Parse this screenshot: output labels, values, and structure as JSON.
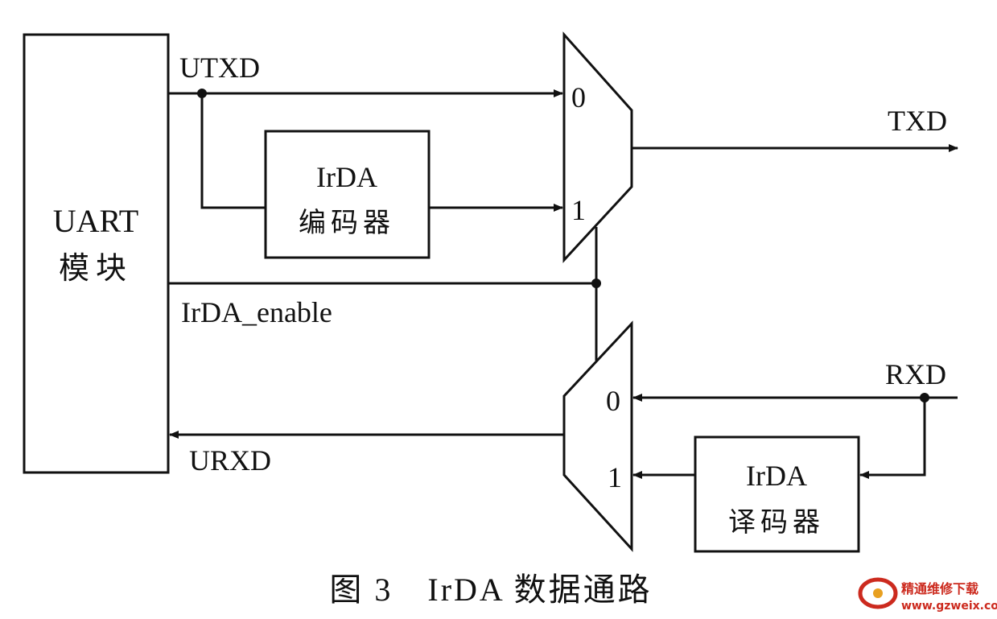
{
  "diagram": {
    "uart_block": {
      "line1": "UART",
      "line2": "模块"
    },
    "encoder_block": {
      "line1": "IrDA",
      "line2": "编码器"
    },
    "decoder_block": {
      "line1": "IrDA",
      "line2": "译码器"
    },
    "signals": {
      "utxd": "UTXD",
      "txd": "TXD",
      "irda_enable": "IrDA_enable",
      "rxd": "RXD",
      "urxd": "URXD"
    },
    "tx_mux": {
      "input0": "0",
      "input1": "1"
    },
    "rx_mux": {
      "input0": "0",
      "input1": "1"
    },
    "caption": "图 3　IrDA 数据通路"
  },
  "watermark": {
    "title": "精通维修下载",
    "url": "www.gzweix.com",
    "color": "#cc2a1e"
  }
}
